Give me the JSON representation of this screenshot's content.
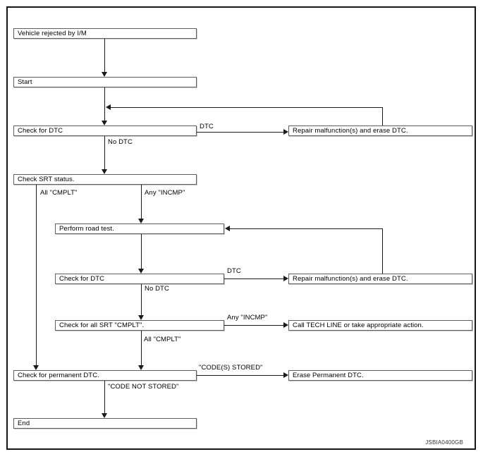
{
  "diagram": {
    "type": "flowchart",
    "nodes": {
      "vehicle_rejected": {
        "label": "Vehicle rejected by I/M"
      },
      "start": {
        "label": "Start"
      },
      "check_dtc_1": {
        "label": "Check for DTC"
      },
      "repair_1": {
        "label": "Repair malfunction(s) and erase DTC."
      },
      "check_srt": {
        "label": "Check SRT status."
      },
      "perform_road_test": {
        "label": "Perform road test."
      },
      "check_dtc_2": {
        "label": "Check for DTC"
      },
      "repair_2": {
        "label": "Repair malfunction(s) and erase DTC."
      },
      "check_all_srt": {
        "label": "Check for all SRT \"CMPLT\"."
      },
      "call_tech_line": {
        "label": "Call TECH LINE or take appropriate action."
      },
      "check_permanent_dtc": {
        "label": "Check for permanent DTC."
      },
      "erase_permanent_dtc": {
        "label": "Erase Permanent DTC."
      },
      "end": {
        "label": "End"
      }
    },
    "edge_labels": {
      "dtc_1": "DTC",
      "no_dtc_1": "No DTC",
      "all_cmplt_1": "All \"CMPLT\"",
      "any_incmp_1": "Any \"INCMP\"",
      "dtc_2": "DTC",
      "no_dtc_2": "No DTC",
      "any_incmp_2": "Any \"INCMP\"",
      "all_cmplt_2": "All \"CMPLT\"",
      "codes_stored": "\"CODE(S) STORED\"",
      "code_not_stored": "\"CODE NOT STORED\""
    },
    "edges": [
      {
        "from": "vehicle_rejected",
        "to": "start",
        "label": ""
      },
      {
        "from": "start",
        "to": "check_dtc_1",
        "label": ""
      },
      {
        "from": "check_dtc_1",
        "to": "repair_1",
        "label": "DTC"
      },
      {
        "from": "repair_1",
        "to": "check_dtc_1",
        "label": ""
      },
      {
        "from": "check_dtc_1",
        "to": "check_srt",
        "label": "No DTC"
      },
      {
        "from": "check_srt",
        "to": "check_permanent_dtc",
        "label": "All \"CMPLT\""
      },
      {
        "from": "check_srt",
        "to": "perform_road_test",
        "label": "Any \"INCMP\""
      },
      {
        "from": "perform_road_test",
        "to": "check_dtc_2",
        "label": ""
      },
      {
        "from": "check_dtc_2",
        "to": "repair_2",
        "label": "DTC"
      },
      {
        "from": "repair_2",
        "to": "perform_road_test",
        "label": ""
      },
      {
        "from": "check_dtc_2",
        "to": "check_all_srt",
        "label": "No DTC"
      },
      {
        "from": "check_all_srt",
        "to": "call_tech_line",
        "label": "Any \"INCMP\""
      },
      {
        "from": "check_all_srt",
        "to": "check_permanent_dtc",
        "label": "All \"CMPLT\""
      },
      {
        "from": "check_permanent_dtc",
        "to": "erase_permanent_dtc",
        "label": "\"CODE(S) STORED\""
      },
      {
        "from": "check_permanent_dtc",
        "to": "end",
        "label": "\"CODE NOT STORED\""
      }
    ],
    "watermark": "JSBIA0400GB",
    "colors": {
      "line": "#1a1a1a",
      "box_border": "#5f5f5f",
      "background": "#ffffff",
      "text": "#000000"
    }
  }
}
